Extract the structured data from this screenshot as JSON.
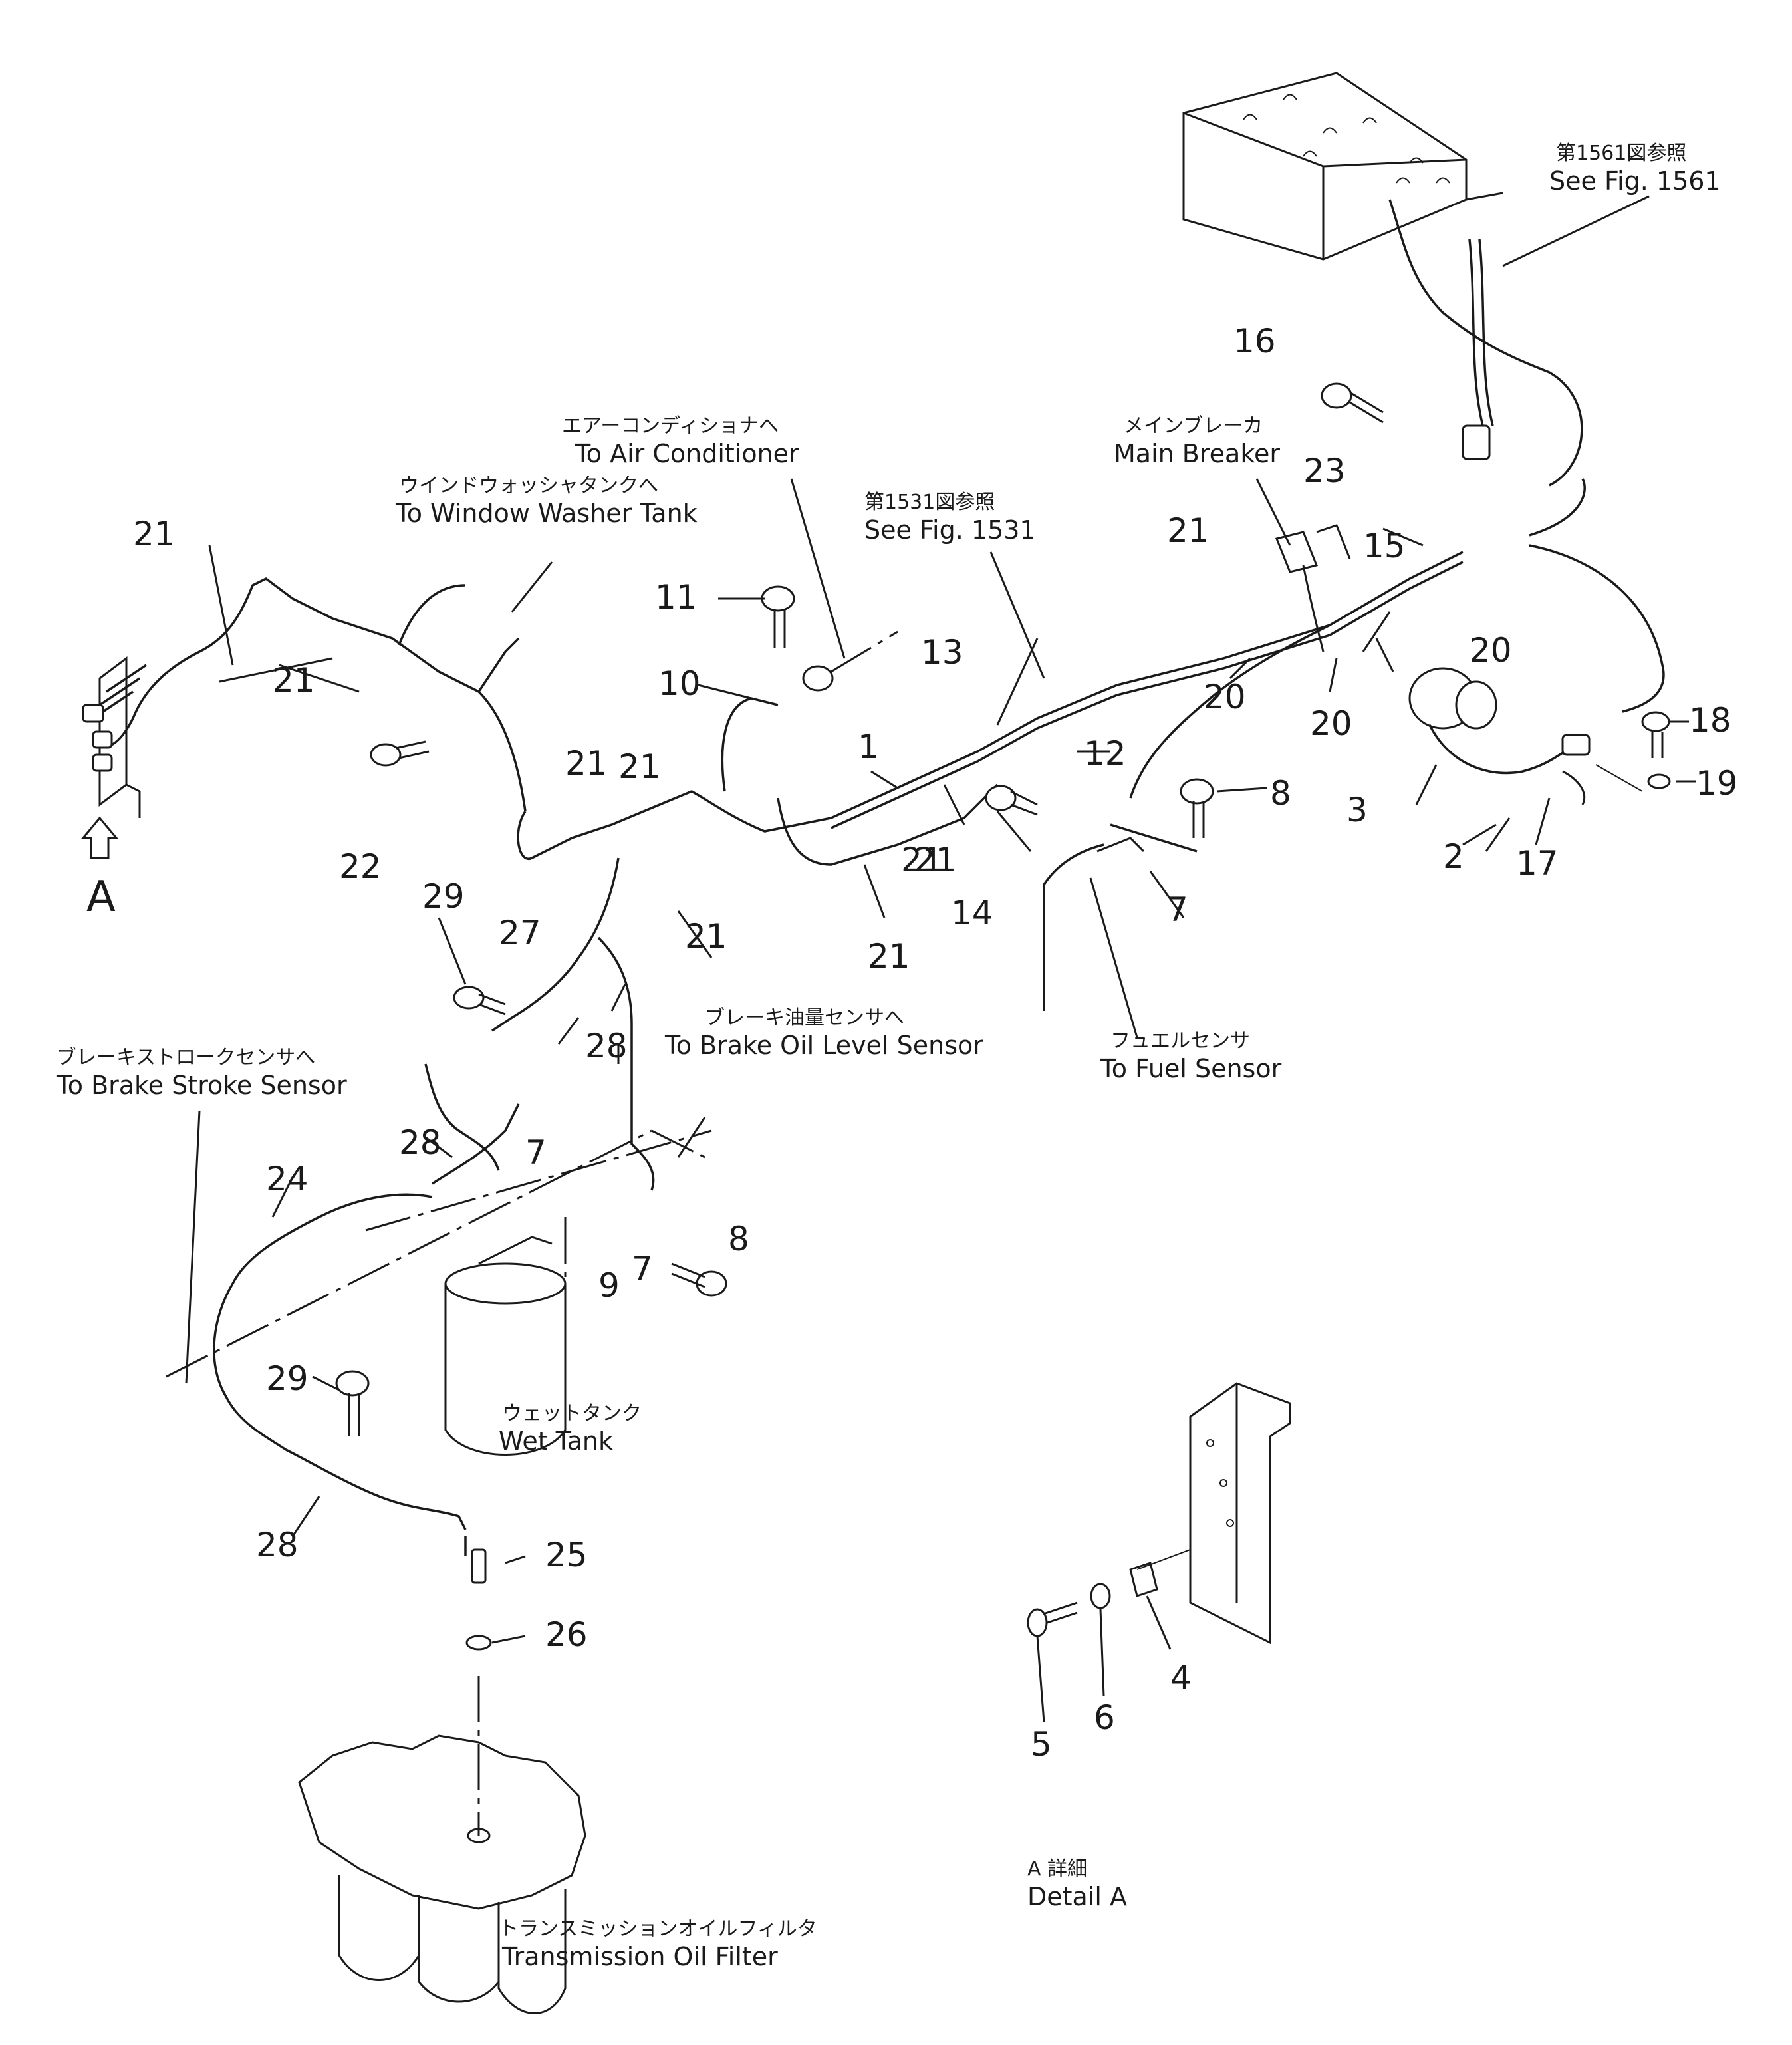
{
  "part_numbers": [
    "1",
    "2",
    "3",
    "4",
    "5",
    "6",
    "7",
    "7",
    "7",
    "8",
    "8",
    "9",
    "10",
    "11",
    "12",
    "13",
    "14",
    "15",
    "16",
    "17",
    "18",
    "19",
    "20",
    "20",
    "20",
    "21",
    "21",
    "21",
    "21",
    "21",
    "21",
    "21",
    "21",
    "21",
    "22",
    "23",
    "24",
    "25",
    "26",
    "27",
    "28",
    "28",
    "28",
    "29",
    "29"
  ],
  "callouts": {
    "see_fig_1561": {
      "jp": "第1561図参照",
      "en": "See Fig. 1561"
    },
    "see_fig_1531": {
      "jp": "第1531図参照",
      "en": "See Fig. 1531"
    },
    "air_conditioner": {
      "jp": "エアーコンディショナへ",
      "en": "To Air Conditioner"
    },
    "window_washer": {
      "jp": "ウインドウォッシャタンクへ",
      "en": "To Window Washer Tank"
    },
    "main_breaker": {
      "jp": "メインブレーカ",
      "en": "Main Breaker"
    },
    "brake_oil": {
      "jp": "ブレーキ油量センサへ",
      "en": "To Brake Oil Level Sensor"
    },
    "brake_stroke": {
      "jp": "ブレーキストロークセンサへ",
      "en": "To Brake Stroke Sensor"
    },
    "fuel_sensor": {
      "jp": "フュエルセンサ",
      "en": "To Fuel Sensor"
    },
    "wet_tank": {
      "jp": "ウェットタンク",
      "en": "Wet Tank"
    },
    "transmission": {
      "jp": "トランスミッションオイルフィルタ",
      "en": "Transmission Oil Filter"
    },
    "detail_a": {
      "jp": "A 詳細",
      "en": "Detail A"
    }
  },
  "view_marker": "A"
}
